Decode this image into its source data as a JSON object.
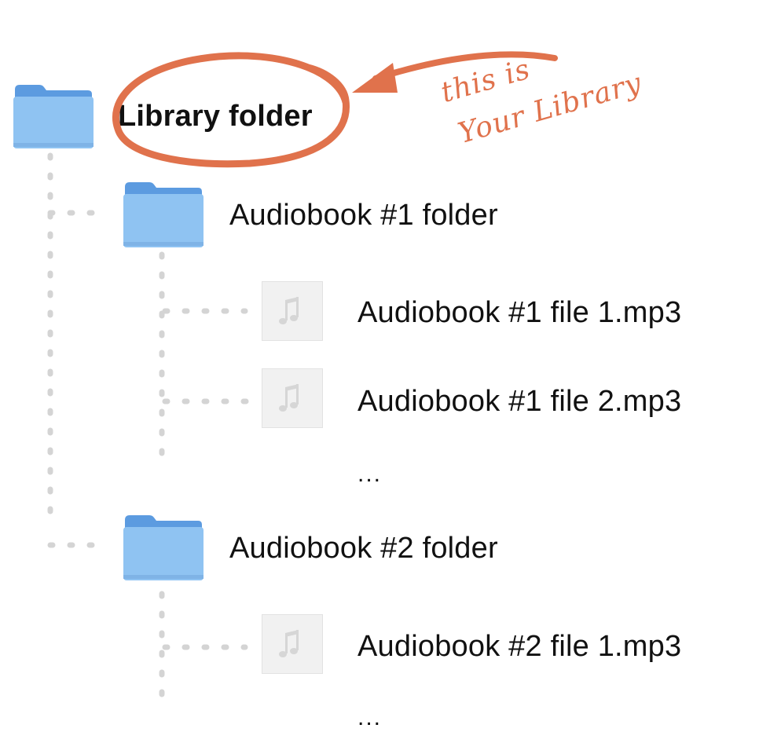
{
  "tree": {
    "root": {
      "label": "Library folder",
      "icon": "folder-icon"
    },
    "audiobook1": {
      "label": "Audiobook #1 folder",
      "icon": "folder-icon",
      "files": [
        {
          "label": "Audiobook #1 file 1.mp3",
          "icon": "music-note-icon"
        },
        {
          "label": "Audiobook #1 file 2.mp3",
          "icon": "music-note-icon"
        }
      ],
      "more": "..."
    },
    "audiobook2": {
      "label": "Audiobook #2 folder",
      "icon": "folder-icon",
      "files": [
        {
          "label": "Audiobook #2 file 1.mp3",
          "icon": "music-note-icon"
        }
      ],
      "more": "..."
    }
  },
  "annotation": {
    "line1": "this is",
    "line2": "Your Library"
  },
  "colors": {
    "folder_front": "#8fc3f2",
    "folder_back": "#5c9be0",
    "connector": "#d4d4d4",
    "annotation": "#e0724c",
    "file_tile": "#f1f1f1"
  }
}
